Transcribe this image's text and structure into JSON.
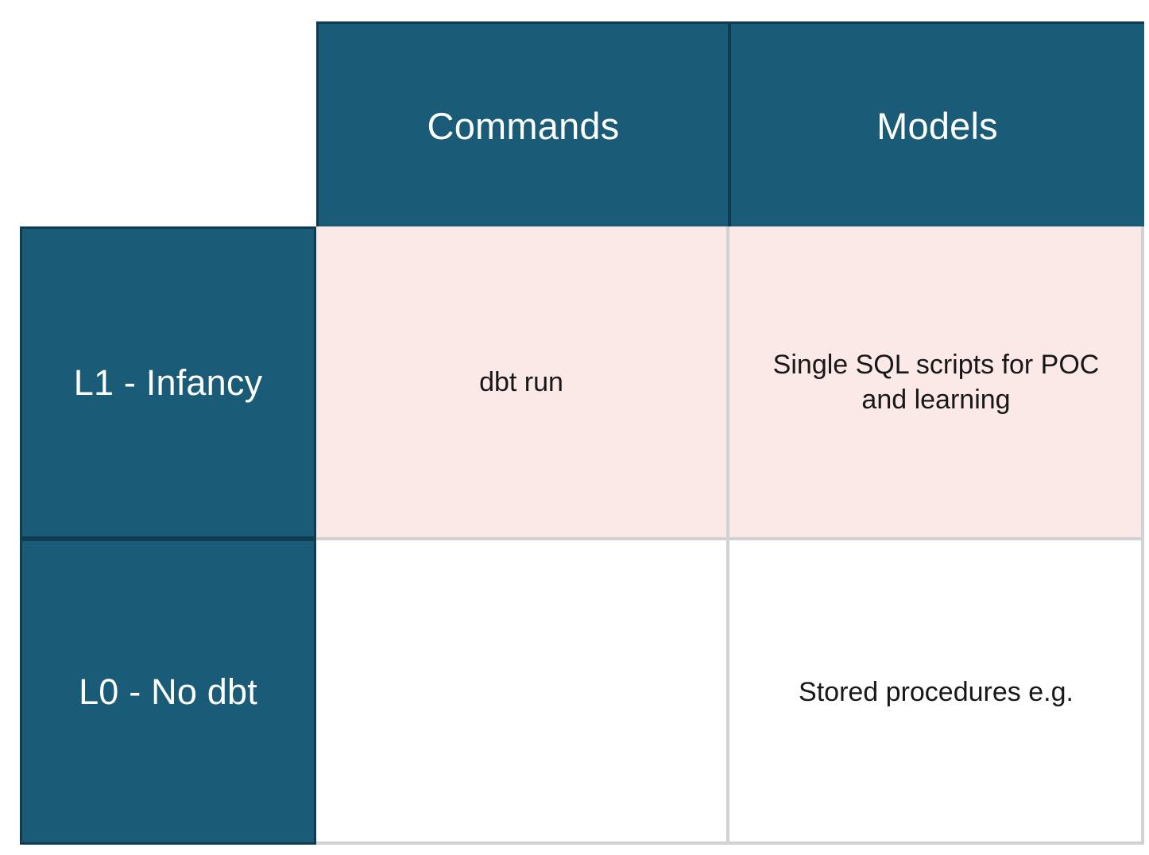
{
  "diagram": {
    "type": "maturity-matrix-table",
    "corner_cell": "",
    "colors": {
      "header_teal": "#1A5C77",
      "header_border_navy": "#0E3C51",
      "row_highlight_pink": "#FBE9E7",
      "row_plain_white": "#FFFFFF",
      "grid_line_gray": "#D2D2D4",
      "header_text": "#FFFFFF",
      "body_text": "#181818"
    },
    "column_headers": [
      {
        "id": "commands",
        "label": "Commands"
      },
      {
        "id": "models",
        "label": "Models"
      }
    ],
    "rows": [
      {
        "id": "l1",
        "header": "L1 - Infancy",
        "highlight": true,
        "cells": {
          "commands": "dbt run",
          "models": "Single SQL scripts for POC and learning"
        }
      },
      {
        "id": "l0",
        "header": "L0 - No dbt",
        "highlight": false,
        "cells": {
          "commands": "",
          "models": "Stored procedures e.g."
        }
      }
    ]
  }
}
